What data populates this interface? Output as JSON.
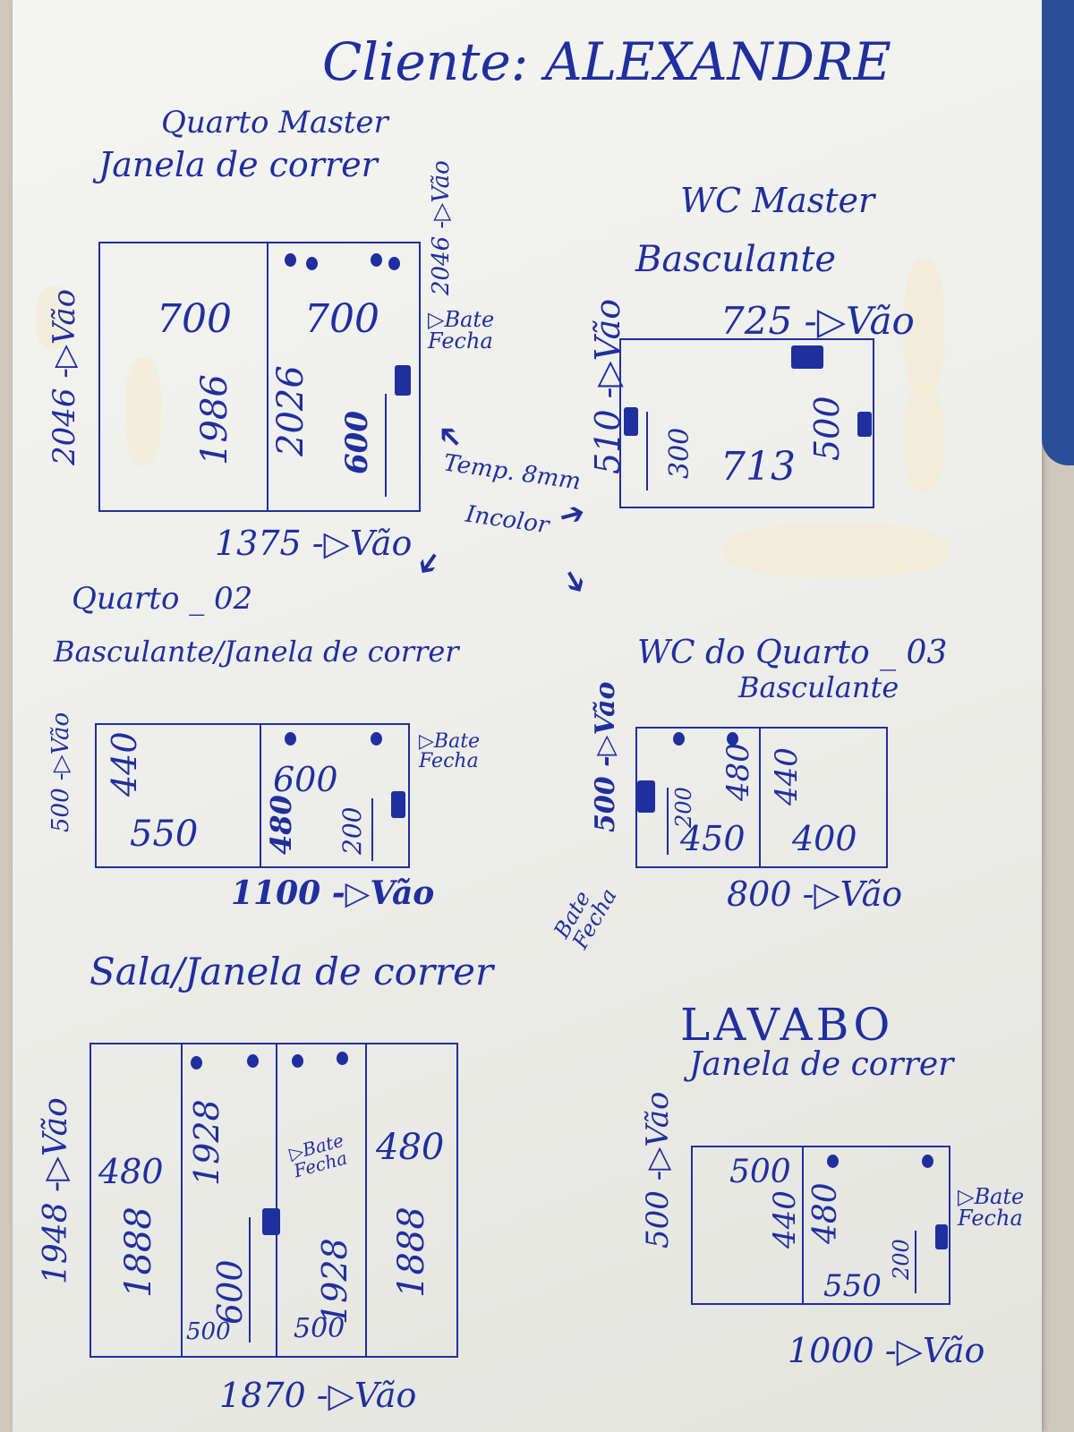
{
  "client": "Cliente: ALEXANDRE",
  "quarto_master": {
    "title1": "Quarto Master",
    "title2": "Janela de correr",
    "height_vao": "2046 -▷Vão",
    "height_right": "2046 -▷Vão",
    "width_vao": "1375 -▷Vão",
    "left_width": "700",
    "left_height": "1986",
    "right_width": "700",
    "right_height": "2026",
    "lock_height": "600",
    "lock_label": "▷Bate Fecha"
  },
  "wc_master": {
    "title1": "WC Master",
    "title2": "Basculante",
    "top": "725 -▷Vão",
    "side": "510 -▷Vão",
    "inner_width": "713",
    "inner_height": "500",
    "lock_height": "300"
  },
  "center_note": {
    "line1": "Temp. 8mm",
    "line2": "Incolor"
  },
  "quarto_02": {
    "title1": "Quarto _ 02",
    "title2": "Basculante/Janela de correr",
    "side": "500 -▷Vão",
    "left_height": "440",
    "left_width": "550",
    "right_width": "600",
    "right_height": "480",
    "lock_height": "200",
    "bottom": "1100 -▷Vão",
    "lock_label": "▷Bate Fecha"
  },
  "wc_quarto_03": {
    "title1": "WC do Quarto _ 03",
    "title2": "Basculante",
    "side": "500 -▷Vão",
    "left_height": "480",
    "lock_height": "200",
    "left_width": "450",
    "right_height": "440",
    "right_width": "400",
    "bottom": "800 -▷Vão",
    "lock_label": "Bate Fecha"
  },
  "sala": {
    "title": "Sala/Janela de correr",
    "side": "1948 -▷Vão",
    "p1_width": "480",
    "p1_height": "1888",
    "p2_height": "1928",
    "p2_lock": "600",
    "p2_width": "500",
    "p3_height": "1928",
    "p3_width": "500",
    "p4_width": "480",
    "p4_height": "1888",
    "bottom": "1870 -▷Vão",
    "lock_label": "▷Bate Fecha"
  },
  "lavabo": {
    "title1": "LAVABO",
    "title2": "Janela de correr",
    "side": "500 -▷Vão",
    "left_width": "500",
    "left_height": "440",
    "right_height": "480",
    "right_width": "550",
    "lock_height": "200",
    "bottom": "1000 -▷Vão",
    "lock_label": "▷Bate Fecha"
  }
}
